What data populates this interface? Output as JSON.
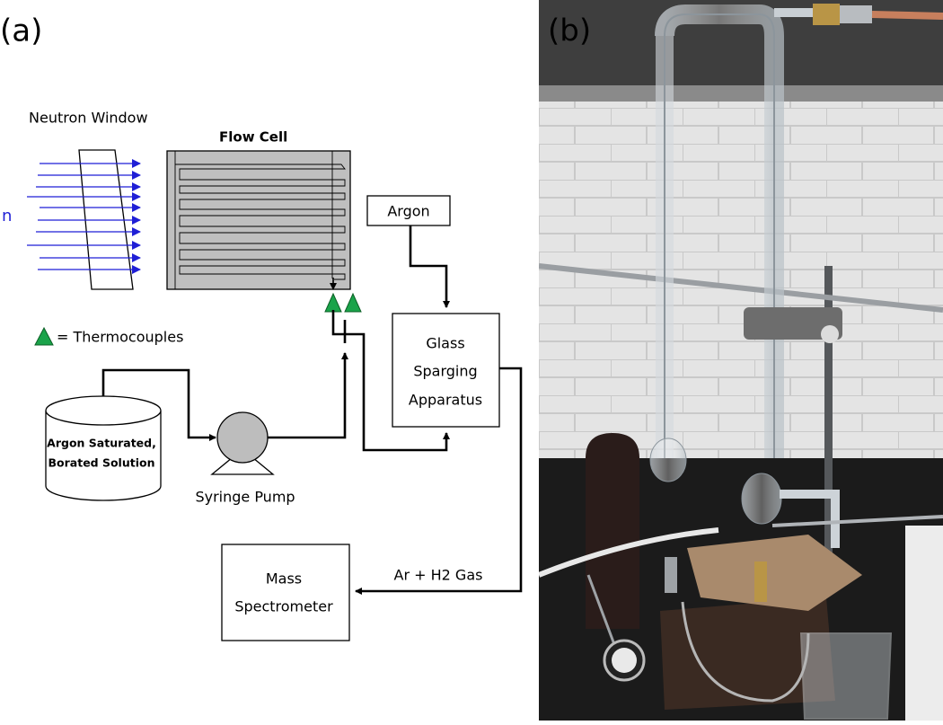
{
  "panel_a": {
    "letter": "(a)",
    "neutron_window": "Neutron Window",
    "neutron_symbol": "n",
    "flow_cell": "Flow Cell",
    "argon": "Argon",
    "thermocouples_legend": "= Thermocouples",
    "sparging": {
      "line1": "Glass",
      "line2": "Sparging",
      "line3": "Apparatus"
    },
    "solution": {
      "line1": "Argon Saturated,",
      "line2": "Borated Solution"
    },
    "syringe_pump": "Syringe Pump",
    "mass_spec": {
      "line1": "Mass",
      "line2": "Spectrometer"
    },
    "gas_label": "Ar + H2 Gas",
    "colors": {
      "neutron_arrows": "#1f1fd6",
      "flow_cell_fill": "#bfbfbf",
      "thermocouple": "#1aa34a",
      "pump_fill": "#bdbdbd"
    }
  },
  "panel_b": {
    "letter": "(b)"
  }
}
